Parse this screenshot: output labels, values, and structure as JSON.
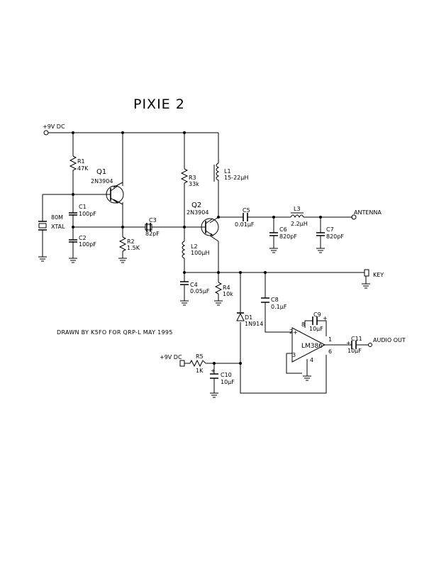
{
  "title": "PIXIE 2",
  "credit": "DRAWN BY K5FO FOR QRP-L MAY 1995",
  "labels": {
    "supply_top": "+9V DC",
    "supply_audio": "+9V DC",
    "antenna": "ANTENNA",
    "key": "KEY",
    "audio_out": "AUDIO OUT"
  },
  "components": {
    "R1": {
      "ref": "R1",
      "value": "47K"
    },
    "R2": {
      "ref": "R2",
      "value": "1.5K"
    },
    "R3": {
      "ref": "R3",
      "value": "33k"
    },
    "R4": {
      "ref": "R4",
      "value": "10k"
    },
    "R5": {
      "ref": "R5",
      "value": "1K"
    },
    "C1": {
      "ref": "C1",
      "value": "100pF"
    },
    "C2": {
      "ref": "C2",
      "value": "100pF"
    },
    "C3": {
      "ref": "C3",
      "value": "82pF"
    },
    "C4": {
      "ref": "C4",
      "value": "0.05µF"
    },
    "C5": {
      "ref": "C5",
      "value": "0.01µF"
    },
    "C6": {
      "ref": "C6",
      "value": "820pF"
    },
    "C7": {
      "ref": "C7",
      "value": "820pF"
    },
    "C8": {
      "ref": "C8",
      "value": "0.1µF"
    },
    "C9": {
      "ref": "C9",
      "value": "10µF"
    },
    "C10": {
      "ref": "C10",
      "value": "10µF"
    },
    "C11": {
      "ref": "C11",
      "value": "10µF"
    },
    "L1": {
      "ref": "L1",
      "value": "15-22µH"
    },
    "L2": {
      "ref": "L2",
      "value": "100µH"
    },
    "L3": {
      "ref": "L3",
      "value": "2.2µH"
    },
    "Q1": {
      "ref": "Q1",
      "value": "2N3904"
    },
    "Q2": {
      "ref": "Q2",
      "value": "2N3904"
    },
    "D1": {
      "ref": "D1",
      "value": "1N914"
    },
    "X1": {
      "ref": "80M",
      "value": "XTAL"
    },
    "U1": {
      "ref": "LM386"
    }
  },
  "pins": [
    "8",
    "+",
    "3",
    "2",
    "4",
    "6",
    "1",
    "+",
    "+",
    "+"
  ]
}
